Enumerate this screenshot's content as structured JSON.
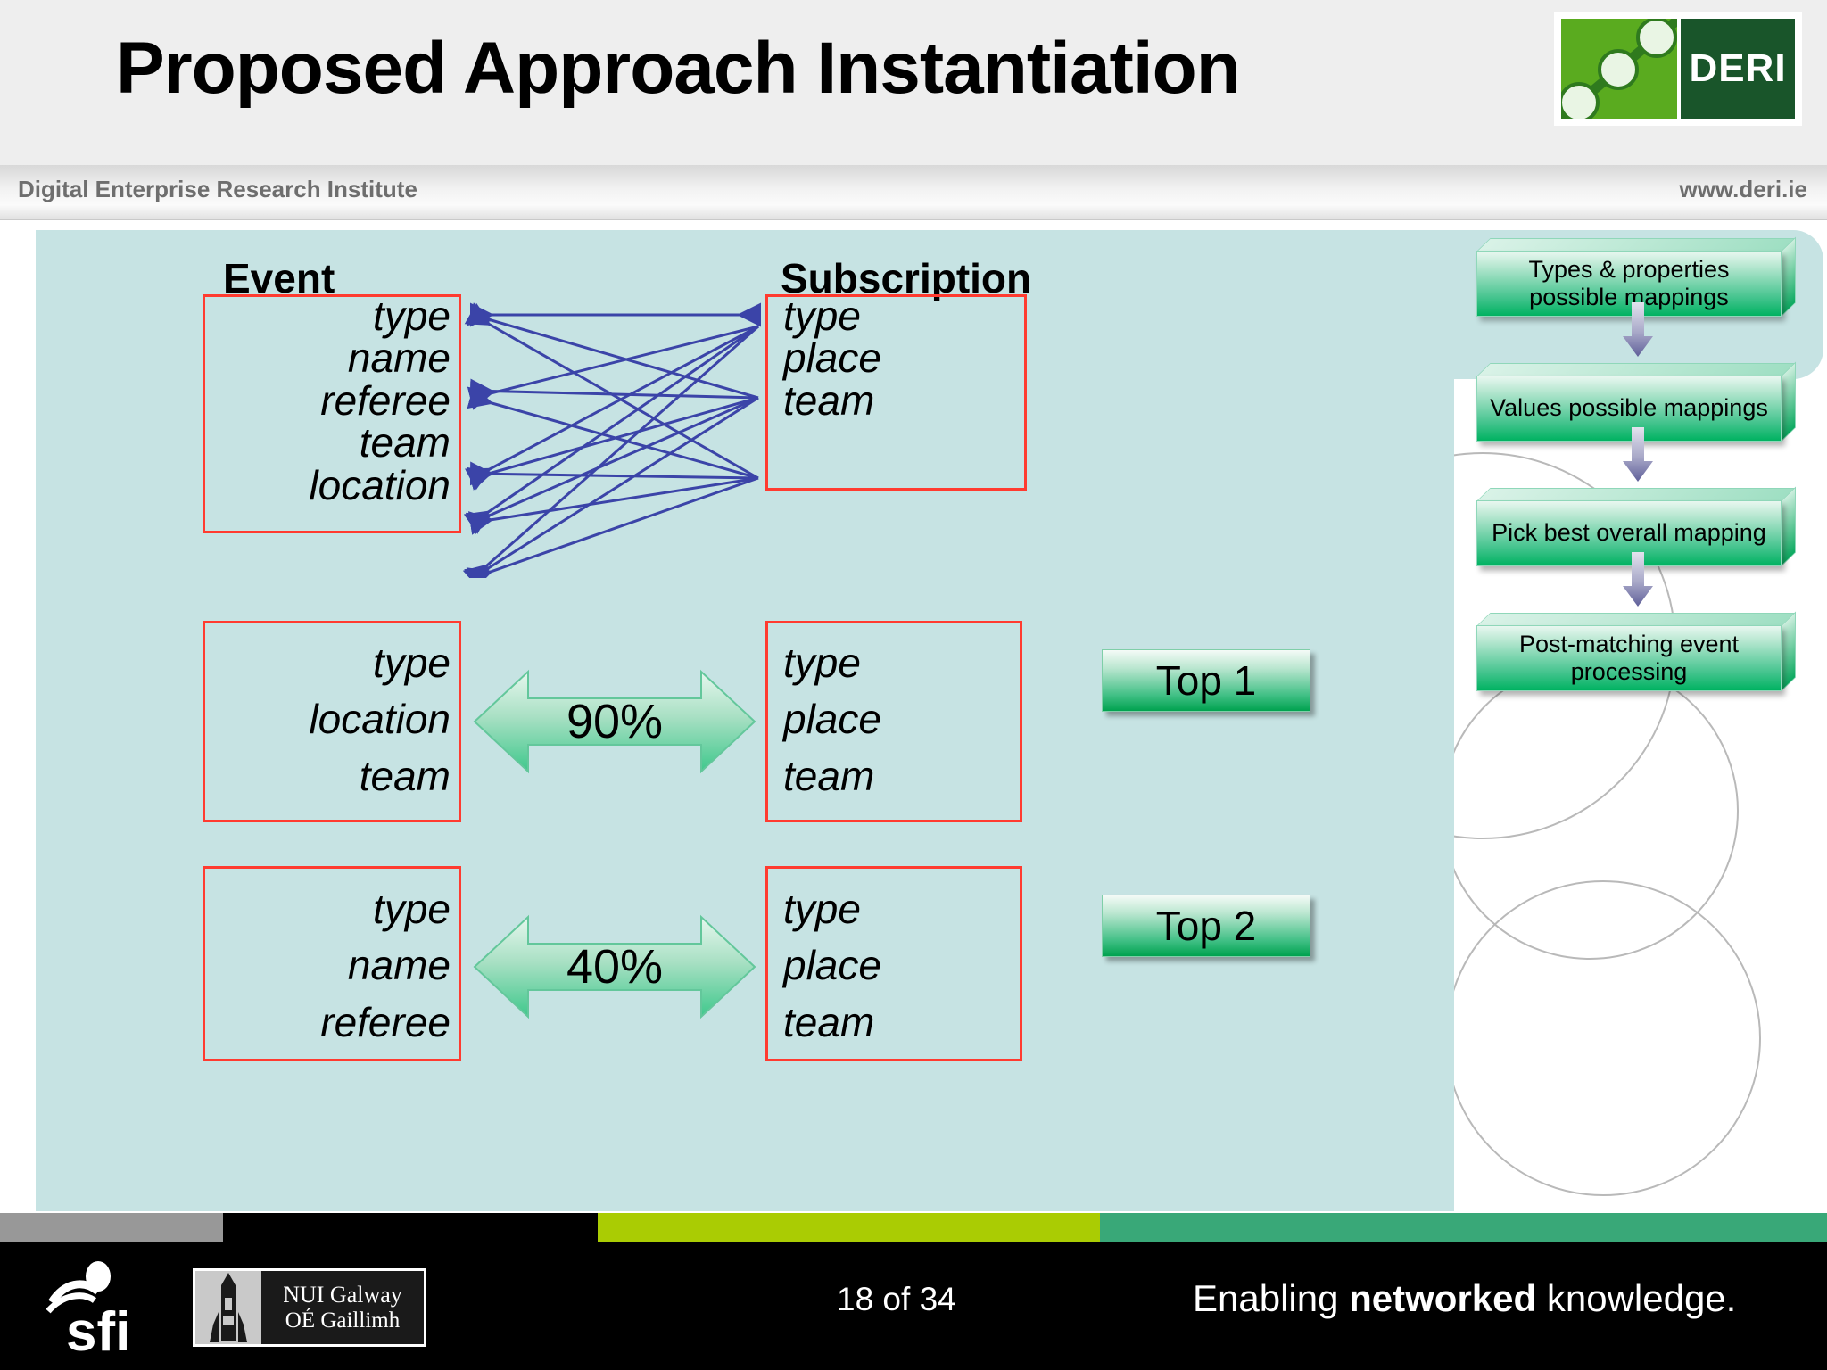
{
  "header": {
    "title": "Proposed Approach Instantiation",
    "logo": {
      "name": "deri-logo",
      "wordmark": "DERI",
      "mark_color": "#5aab1f",
      "word_bg": "#19552a"
    }
  },
  "subheader": {
    "left": "Digital Enterprise Research Institute",
    "right": "www.deri.ie"
  },
  "diagram": {
    "panel_color": "#c6e3e3",
    "box_border_color": "#ff3b30",
    "arrow_color": "#3b44a8",
    "headings": {
      "event": "Event",
      "subscription": "Subscription"
    },
    "row1": {
      "event_fields": [
        "type",
        "name",
        "referee",
        "team",
        "location"
      ],
      "subscription_fields": [
        "type",
        "place",
        "team"
      ]
    },
    "row2": {
      "event_fields": [
        "type",
        "location",
        "team"
      ],
      "subscription_fields": [
        "type",
        "place",
        "team"
      ],
      "match_percent": "90%",
      "rank_label": "Top 1"
    },
    "row3": {
      "event_fields": [
        "type",
        "name",
        "referee"
      ],
      "subscription_fields": [
        "type",
        "place",
        "team"
      ],
      "match_percent": "40%",
      "rank_label": "Top 2"
    }
  },
  "flowchart": {
    "box_color": "#00b261",
    "arrow_color": "#6f6fa8",
    "steps": [
      "Types & properties possible mappings",
      "Values possible mappings",
      "Pick best overall mapping",
      "Post-matching event processing"
    ]
  },
  "footer": {
    "strip_colors": {
      "gray": "#989898",
      "black": "#000000",
      "lime": "#aacc03",
      "green": "#39a878"
    },
    "sfi_logo_label": "sfi",
    "nui": {
      "line1": "NUI Galway",
      "line2": "OÉ Gaillimh"
    },
    "page_indicator": "18 of 34",
    "tagline_pre": "Enabling ",
    "tagline_bold": "networked",
    "tagline_post": " knowledge."
  }
}
